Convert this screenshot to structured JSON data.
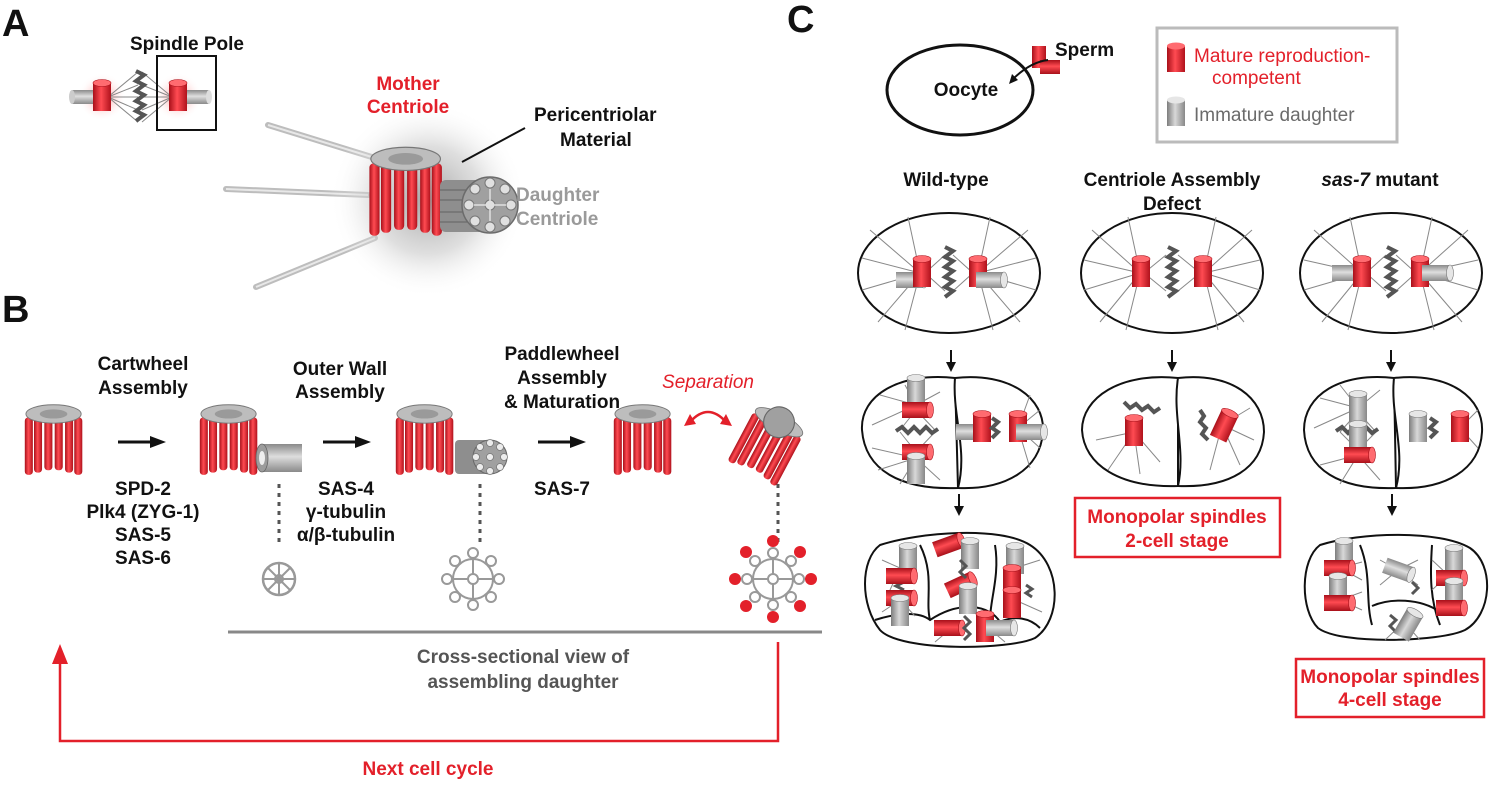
{
  "panels": {
    "a": "A",
    "b": "B",
    "c": "C"
  },
  "panel_a": {
    "spindle_pole": "Spindle Pole",
    "mother_centriole": [
      "Mother",
      "Centriole"
    ],
    "pcm": [
      "Pericentriolar",
      "Material"
    ],
    "daughter_centriole": [
      "Daughter",
      "Centriole"
    ]
  },
  "panel_b": {
    "stage1": [
      "Cartwheel",
      "Assembly"
    ],
    "stage2": [
      "Outer Wall",
      "Assembly"
    ],
    "stage3": [
      "Paddlewheel",
      "Assembly",
      "& Maturation"
    ],
    "separation": "Separation",
    "proteins1": [
      "SPD-2",
      "Plk4 (ZYG-1)",
      "SAS-5",
      "SAS-6"
    ],
    "proteins2": [
      "SAS-4",
      "γ-tubulin",
      "α/β-tubulin"
    ],
    "proteins3": [
      "SAS-7"
    ],
    "cross_section": [
      "Cross-sectional view of",
      "assembling daughter"
    ],
    "next_cycle": "Next cell cycle"
  },
  "panel_c": {
    "sperm": "Sperm",
    "oocyte": "Oocyte",
    "legend": {
      "mature": [
        "Mature reproduction-",
        "competent"
      ],
      "immature": "Immature daughter"
    },
    "col_wildtype": "Wild-type",
    "col_defect": [
      "Centriole Assembly",
      "Defect"
    ],
    "col_sas7": {
      "gene": "sas-7",
      "rest": " mutant"
    },
    "box_2cell": [
      "Monopolar spindles",
      "2-cell stage"
    ],
    "box_4cell": [
      "Monopolar spindles",
      "4-cell stage"
    ]
  },
  "colors": {
    "red": "#e3202a",
    "gray": "#9a9a9a",
    "dark": "#555555"
  }
}
